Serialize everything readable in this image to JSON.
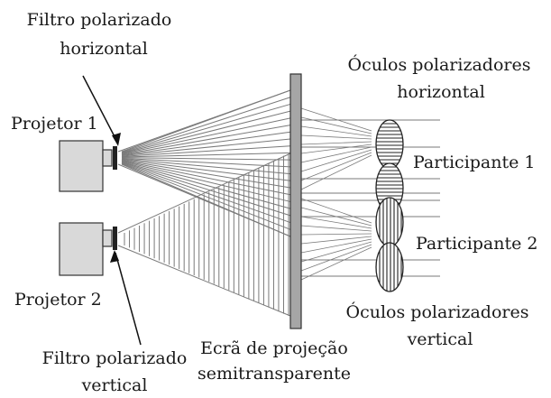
{
  "labels": {
    "filter_horizontal_line1": "Filtro polarizado",
    "filter_horizontal_line2": "horizontal",
    "projector_1": "Projetor 1",
    "projector_2": "Projetor 2",
    "filter_vertical_line1": "Filtro polarizado",
    "filter_vertical_line2": "vertical",
    "screen_line1": "Ecrã de projeção",
    "screen_line2": "semitransparente",
    "glasses_horizontal_line1": "Óculos polarizadores",
    "glasses_horizontal_line2": "horizontal",
    "glasses_vertical_line1": "Óculos polarizadores",
    "glasses_vertical_line2": "vertical",
    "participant_1": "Participante 1",
    "participant_2": "Participante 2"
  },
  "colors": {
    "projector_fill": "#d9d9d9",
    "screen_fill": "#a6a6a6",
    "line_color": "#7a7a7a",
    "outline": "#333333"
  }
}
